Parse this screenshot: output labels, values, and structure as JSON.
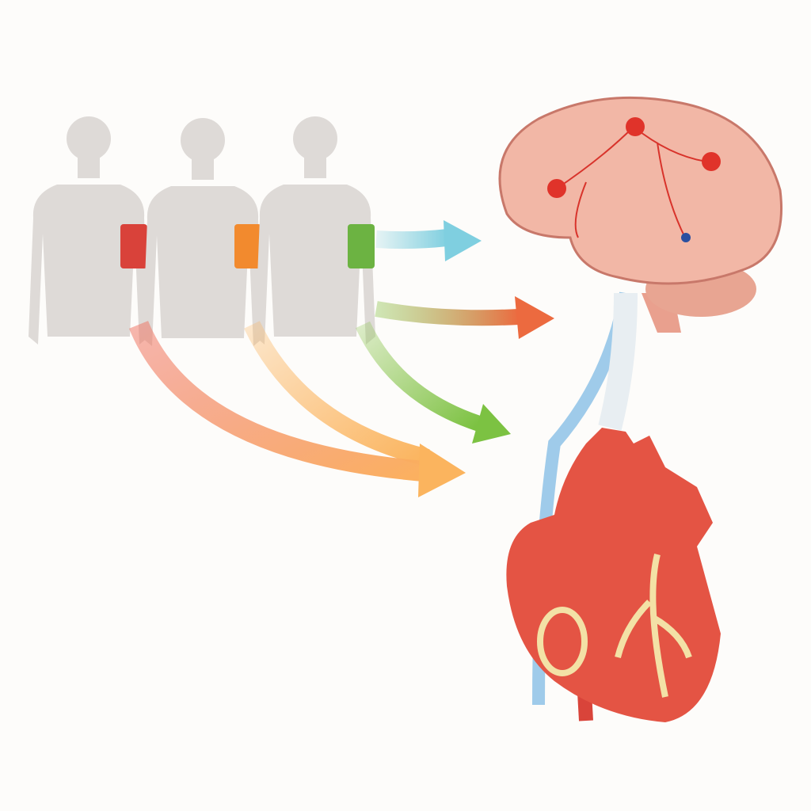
{
  "colors": {
    "background": "#fdfcfa",
    "silhouette": "#dedad7",
    "cuff_red": "#d9423a",
    "cuff_orange": "#f28a2e",
    "cuff_green": "#6cb342",
    "arrow_cyan": "#86d0de",
    "arrow_green": "#8cc44e",
    "arrow_orange": "#fbb45e",
    "arrow_red": "#ef7060",
    "brain": "#f2b7a6",
    "brain_node": "#e0332a",
    "heart": "#e45444",
    "coronary": "#f3e1a6",
    "vessel_blue": "#8ec2e6"
  },
  "figures": [
    {
      "cuff": "red"
    },
    {
      "cuff": "orange"
    },
    {
      "cuff": "green"
    }
  ]
}
